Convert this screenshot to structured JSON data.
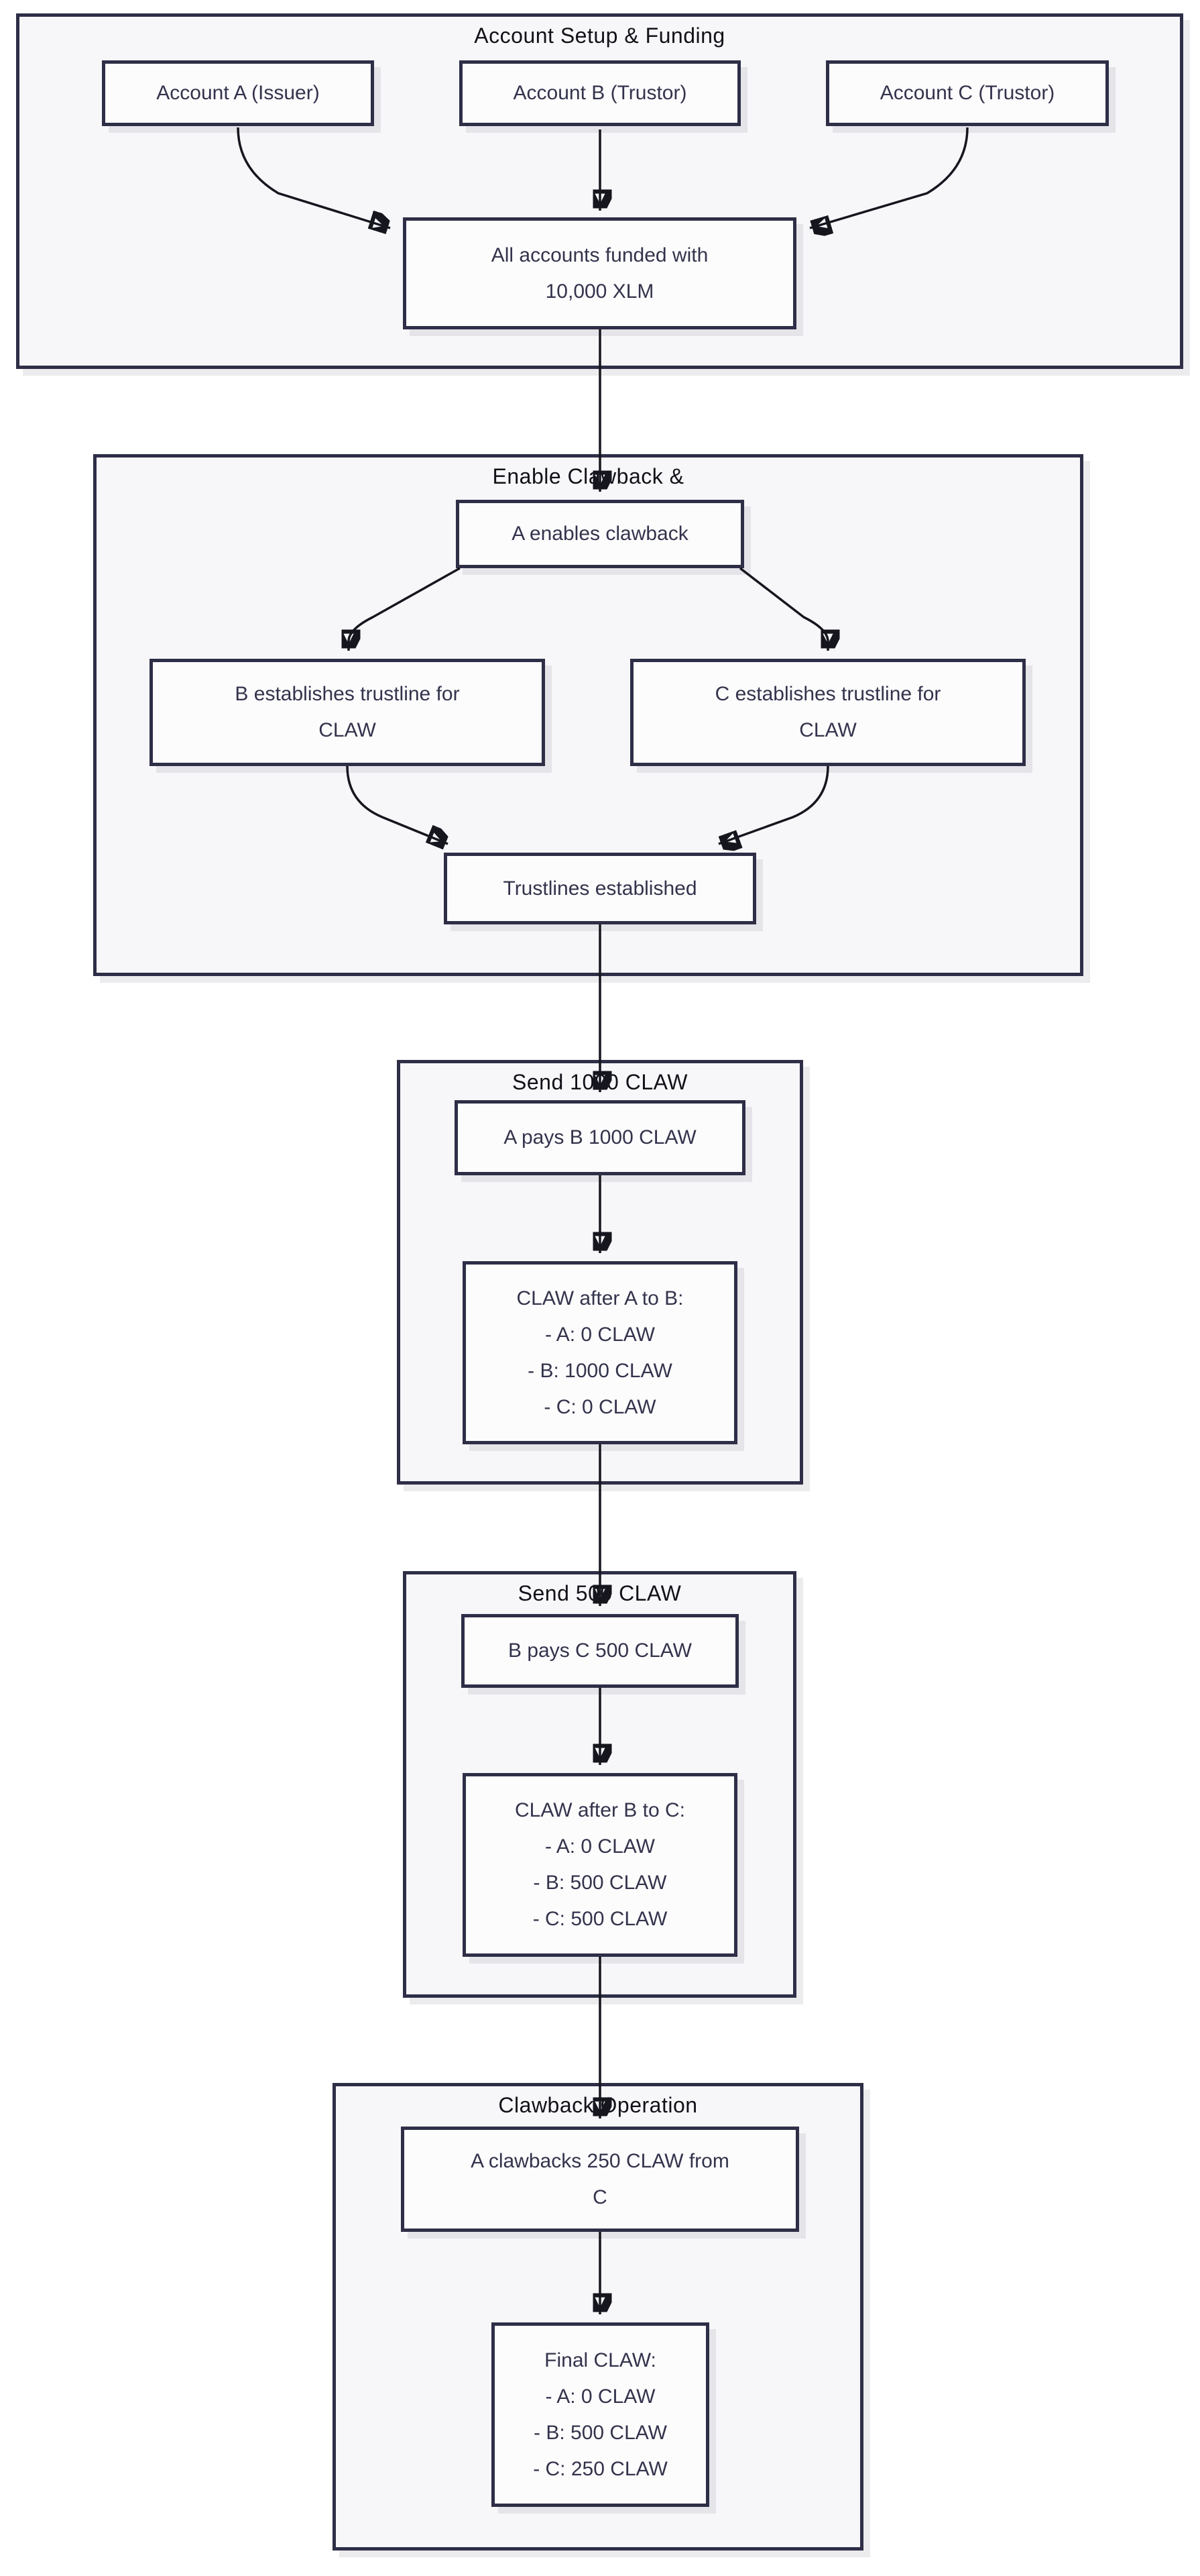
{
  "colors": {
    "bg": "#ffffff",
    "section_fill": "#f7f7fa",
    "border": "#2e2e47",
    "node_fill": "#fcfcfd",
    "text": "#33334c",
    "title": "#111118",
    "line": "#16161f"
  },
  "sections": {
    "setup": {
      "title": "Account Setup & Funding"
    },
    "enable": {
      "title": "Enable Clawback &"
    },
    "send1000": {
      "title": "Send 1000 CLAW"
    },
    "send500": {
      "title": "Send 500 CLAW"
    },
    "clawop": {
      "title": "Clawback Operation"
    }
  },
  "nodes": {
    "account_a": {
      "text": "Account A (Issuer)"
    },
    "account_b": {
      "text": "Account B (Trustor)"
    },
    "account_c": {
      "text": "Account C (Trustor)"
    },
    "funded": {
      "text": "All accounts funded with\n10,000 XLM"
    },
    "enables": {
      "text": "A enables clawback"
    },
    "b_trust": {
      "text": "B establishes trustline for\nCLAW"
    },
    "c_trust": {
      "text": "C establishes trustline for\nCLAW"
    },
    "established": {
      "text": "Trustlines established"
    },
    "pays_ab": {
      "text": "A pays B 1000 CLAW"
    },
    "after_ab": {
      "text": "CLAW after A to B:\n- A: 0 CLAW\n- B: 1000 CLAW\n- C: 0 CLAW"
    },
    "pays_bc": {
      "text": "B pays C 500 CLAW"
    },
    "after_bc": {
      "text": "CLAW after B to C:\n- A: 0 CLAW\n- B: 500 CLAW\n- C: 500 CLAW"
    },
    "claw_op": {
      "text": "A clawbacks 250 CLAW from\nC"
    },
    "final": {
      "text": "Final CLAW:\n- A: 0 CLAW\n- B: 500 CLAW\n- C: 250 CLAW"
    }
  },
  "edges": [
    {
      "from": "account_a",
      "to": "funded"
    },
    {
      "from": "account_b",
      "to": "funded"
    },
    {
      "from": "account_c",
      "to": "funded"
    },
    {
      "from": "funded",
      "to": "enables"
    },
    {
      "from": "enables",
      "to": "b_trust"
    },
    {
      "from": "enables",
      "to": "c_trust"
    },
    {
      "from": "b_trust",
      "to": "established"
    },
    {
      "from": "c_trust",
      "to": "established"
    },
    {
      "from": "established",
      "to": "pays_ab"
    },
    {
      "from": "pays_ab",
      "to": "after_ab"
    },
    {
      "from": "after_ab",
      "to": "pays_bc"
    },
    {
      "from": "pays_bc",
      "to": "after_bc"
    },
    {
      "from": "after_bc",
      "to": "claw_op"
    },
    {
      "from": "claw_op",
      "to": "final"
    }
  ]
}
